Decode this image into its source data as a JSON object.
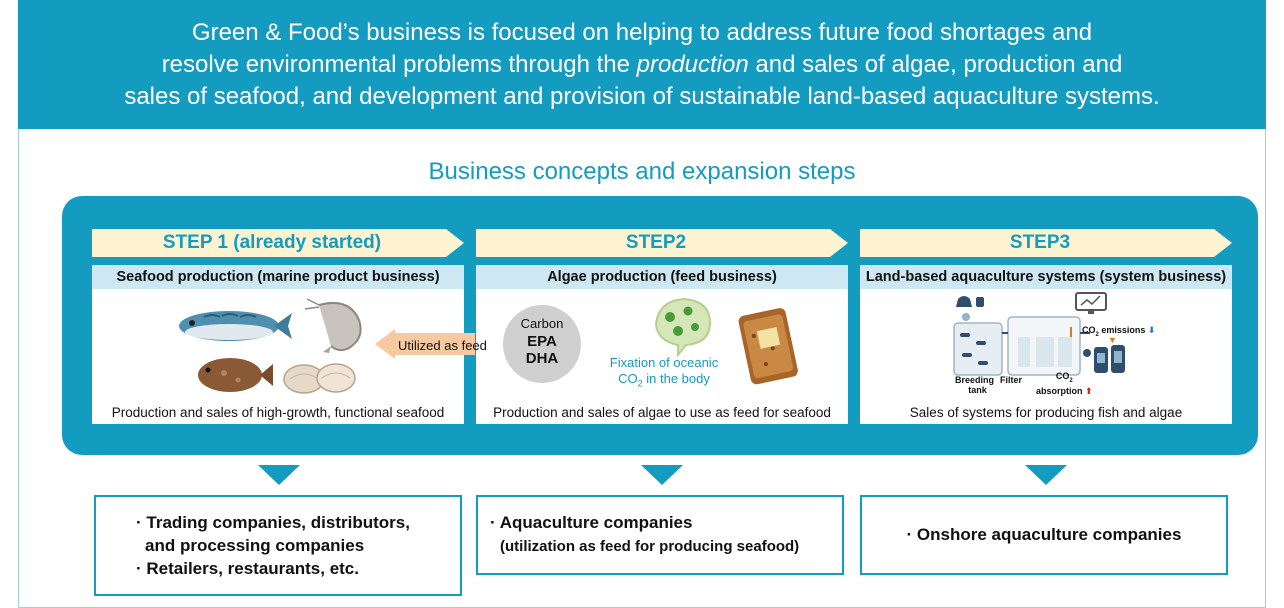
{
  "banner": {
    "line1": "Green & Food’s business is focused on helping to address future food shortages and",
    "line2_pre": "resolve environmental problems through the ",
    "line2_italic": "production",
    "line2_post": " and sales of algae, production and",
    "line3": "sales of seafood, and development and provision of sustainable land-based aquaculture systems."
  },
  "section_title": "Business concepts and expansion steps",
  "colors": {
    "accent": "#149bc0",
    "step_header": "#fdf3d0",
    "subheader": "#cde8f2",
    "feed_arrow": "#f6c9a1",
    "circle": "#cfcfcf"
  },
  "steps": [
    {
      "header": "STEP 1 (already started)",
      "subheader": "Seafood production (marine product business)",
      "description": "Production and sales of high-growth, functional seafood",
      "icons": [
        "mackerel-fish-icon",
        "shrimp-icon",
        "flatfish-icon",
        "clam-icon"
      ]
    },
    {
      "header": "STEP2",
      "subheader": "Algae production (feed business)",
      "description": "Production and sales of algae to use as feed for seafood",
      "circle_lines": [
        "Carbon",
        "EPA",
        "DHA"
      ],
      "fixation_line1": "Fixation of oceanic",
      "fixation_line2_pre": "CO",
      "fixation_line2_sub": "2",
      "fixation_line2_post": " in the body",
      "icons": [
        "algae-dish-icon",
        "feed-bag-icon"
      ]
    },
    {
      "header": "STEP3",
      "subheader": "Land-based aquaculture systems (system business)",
      "description": "Sales of systems for producing fish and algae",
      "labels": {
        "breeding": "Breeding",
        "tank": "tank",
        "filter": "Filter",
        "co2_pre": "CO",
        "co2_sub": "2",
        "absorption": "absorption",
        "emissions_pre": "CO",
        "emissions_sub": "2",
        "emissions_post": " emissions"
      },
      "icons": [
        "aquaculture-system-icon",
        "monitor-icon"
      ]
    }
  ],
  "feed_arrow_label": "Utilized as feed",
  "targets": [
    {
      "lines": [
        "· Trading companies, distributors,",
        "and processing companies",
        "· Retailers, restaurants, etc."
      ]
    },
    {
      "lines": [
        "· Aquaculture companies",
        "(utilization as feed for producing seafood)"
      ]
    },
    {
      "lines": [
        "· Onshore aquaculture companies"
      ]
    }
  ]
}
